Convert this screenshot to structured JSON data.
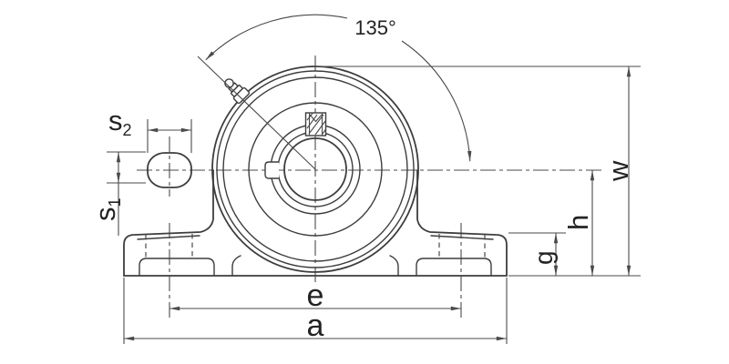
{
  "labels": {
    "angle": "135°",
    "s2": {
      "base": "s",
      "sub": "2"
    },
    "s1": {
      "base": "s",
      "sub": "1"
    },
    "e": "e",
    "a": "a",
    "g": "g",
    "h": "h",
    "w": "w"
  },
  "colors": {
    "object_line": "#3d3d3d",
    "dimension_line": "#4a4a4a",
    "text": "#232323",
    "background": "#ffffff"
  }
}
